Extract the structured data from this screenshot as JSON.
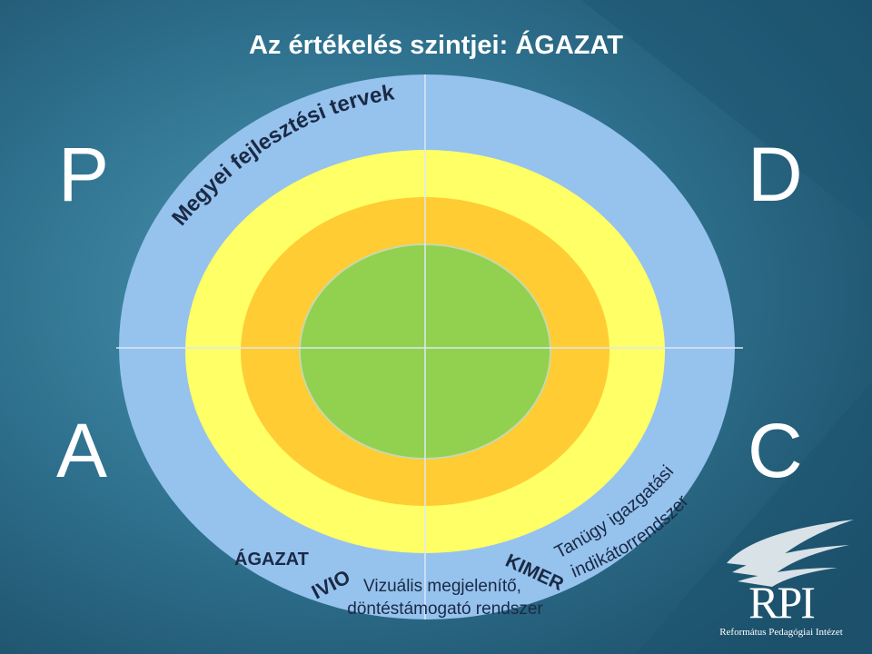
{
  "title": "Az értékelés szintjei: ÁGAZAT",
  "corners": {
    "p": "P",
    "d": "D",
    "a": "A",
    "c": "C"
  },
  "labels": {
    "outer_arc": "Megyei fejlesztési tervek",
    "agazat": "ÁGAZAT",
    "ivio": "IVIO",
    "kimer": "KIMER",
    "tanugy": "Tanügy igazgatási",
    "indikator": "indikátorrendszer",
    "vizualis_line1": "Vizuális megjelenítő,",
    "vizualis_line2": "döntéstámogató rendszer"
  },
  "logo": {
    "mark": "RPI",
    "name": "Református Pedagógiai Intézet"
  },
  "colors": {
    "background": "#2f6f8a",
    "ring_outer": "#96c2ee",
    "ring_yellow": "#ffff66",
    "ring_orange": "#ffcc33",
    "core_green": "#92d050"
  }
}
